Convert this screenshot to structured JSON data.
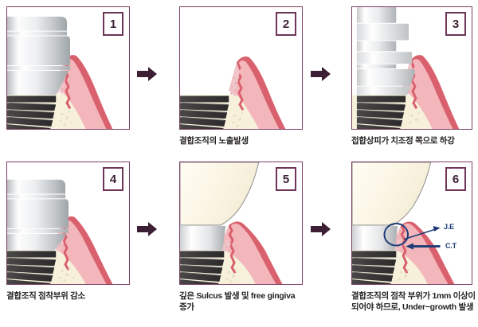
{
  "figure": {
    "title_present": false,
    "panel_count": 6,
    "flow": "left-to-right, two rows of three panels connected by arrows"
  },
  "palette": {
    "panel_border": "#7a3f62",
    "number_border": "#6d3557",
    "number_text": "#3d2036",
    "flow_arrow": "#3d1f35",
    "caption_text": "#231f20",
    "gingiva_light": "#f3b7bb",
    "gingiva_edge": "#d9616e",
    "gingiva_speckle": "#efc3c7",
    "bone_cream": "#f7f1dc",
    "implant_dark": "#3a3a3a",
    "implant_dark_2": "#4d4b4b",
    "abutment_metal_light": "#fbfbfb",
    "abutment_metal_mid": "#d6d8da",
    "abutment_metal_dark": "#a7abae",
    "crown_ivory": "#fdf8e8",
    "annotation_navy": "#1d3b77",
    "page_background": "#ffffff"
  },
  "panels": [
    {
      "number": "1",
      "caption": "",
      "elements": [
        "abutment",
        "implant-threads",
        "gingiva",
        "bone",
        "connective-tissue-speckle"
      ],
      "arrow_after": true
    },
    {
      "number": "2",
      "caption": "결합조직의 노출발생",
      "elements": [
        "implant-threads",
        "gingiva",
        "bone",
        "connective-tissue-speckle"
      ],
      "arrow_after": true
    },
    {
      "number": "3",
      "caption": "접합상피가 치조정 쪽으로 하강",
      "elements": [
        "stacked-abutment",
        "implant-threads",
        "gingiva",
        "bone"
      ],
      "arrow_after": false
    },
    {
      "number": "4",
      "caption": "결합조직 점착부위 감소",
      "elements": [
        "abutment",
        "implant-threads",
        "gingiva",
        "bone"
      ],
      "arrow_after": true
    },
    {
      "number": "5",
      "caption": "깊은 Sulcus 발생 및 free gingiva\n증가",
      "elements": [
        "crown",
        "metal-collar",
        "implant-threads",
        "gingiva",
        "bone"
      ],
      "arrow_after": true
    },
    {
      "number": "6",
      "caption": "결합조직의 점착 부위가 1mm 이상이\n되어야 하므로, Under−growth 발생",
      "elements": [
        "crown",
        "metal-collar",
        "implant-threads",
        "gingiva",
        "bone",
        "annotation-circle",
        "annotation-arrows"
      ],
      "arrow_after": false,
      "annotations": [
        {
          "id": "je",
          "label": "J.E",
          "description": "junctional epithelium, arrow points right from circled region"
        },
        {
          "id": "ct",
          "label": "C.T",
          "description": "connective tissue, arrow points left into gingiva"
        }
      ]
    }
  ]
}
